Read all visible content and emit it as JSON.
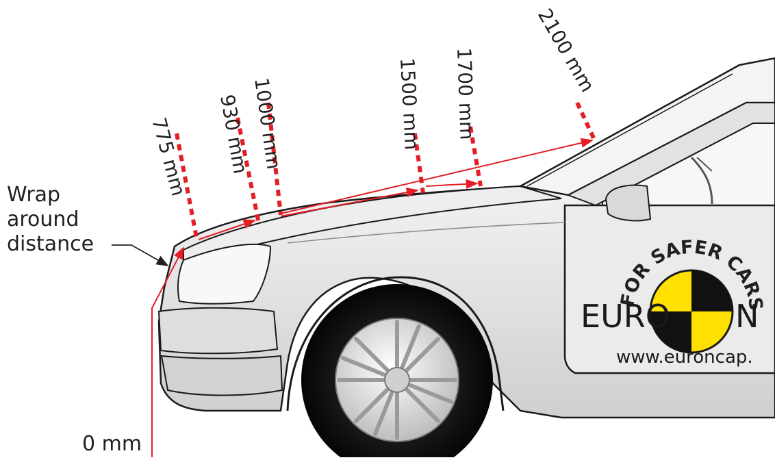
{
  "diagram": {
    "label_wrap": [
      "Wrap",
      "around",
      "distance"
    ],
    "zero": "0 mm",
    "measurements": [
      {
        "value": 775,
        "label": "775 mm"
      },
      {
        "value": 930,
        "label": "930 mm"
      },
      {
        "value": 1000,
        "label": "1000 mm"
      },
      {
        "value": 1500,
        "label": "1500 mm"
      },
      {
        "value": 1700,
        "label": "1700 mm"
      },
      {
        "value": 2100,
        "label": "2100 mm"
      }
    ],
    "logo": {
      "arc_text": "FOR SAFER CARS",
      "brand_left": "EURO",
      "brand_right": "N",
      "url": "www.euroncap."
    },
    "colors": {
      "measure": "#e31e24",
      "text": "#231f20",
      "logo_yellow": "#ffe000",
      "body": "#e6e6e6",
      "outline": "#1a1a1a"
    }
  }
}
